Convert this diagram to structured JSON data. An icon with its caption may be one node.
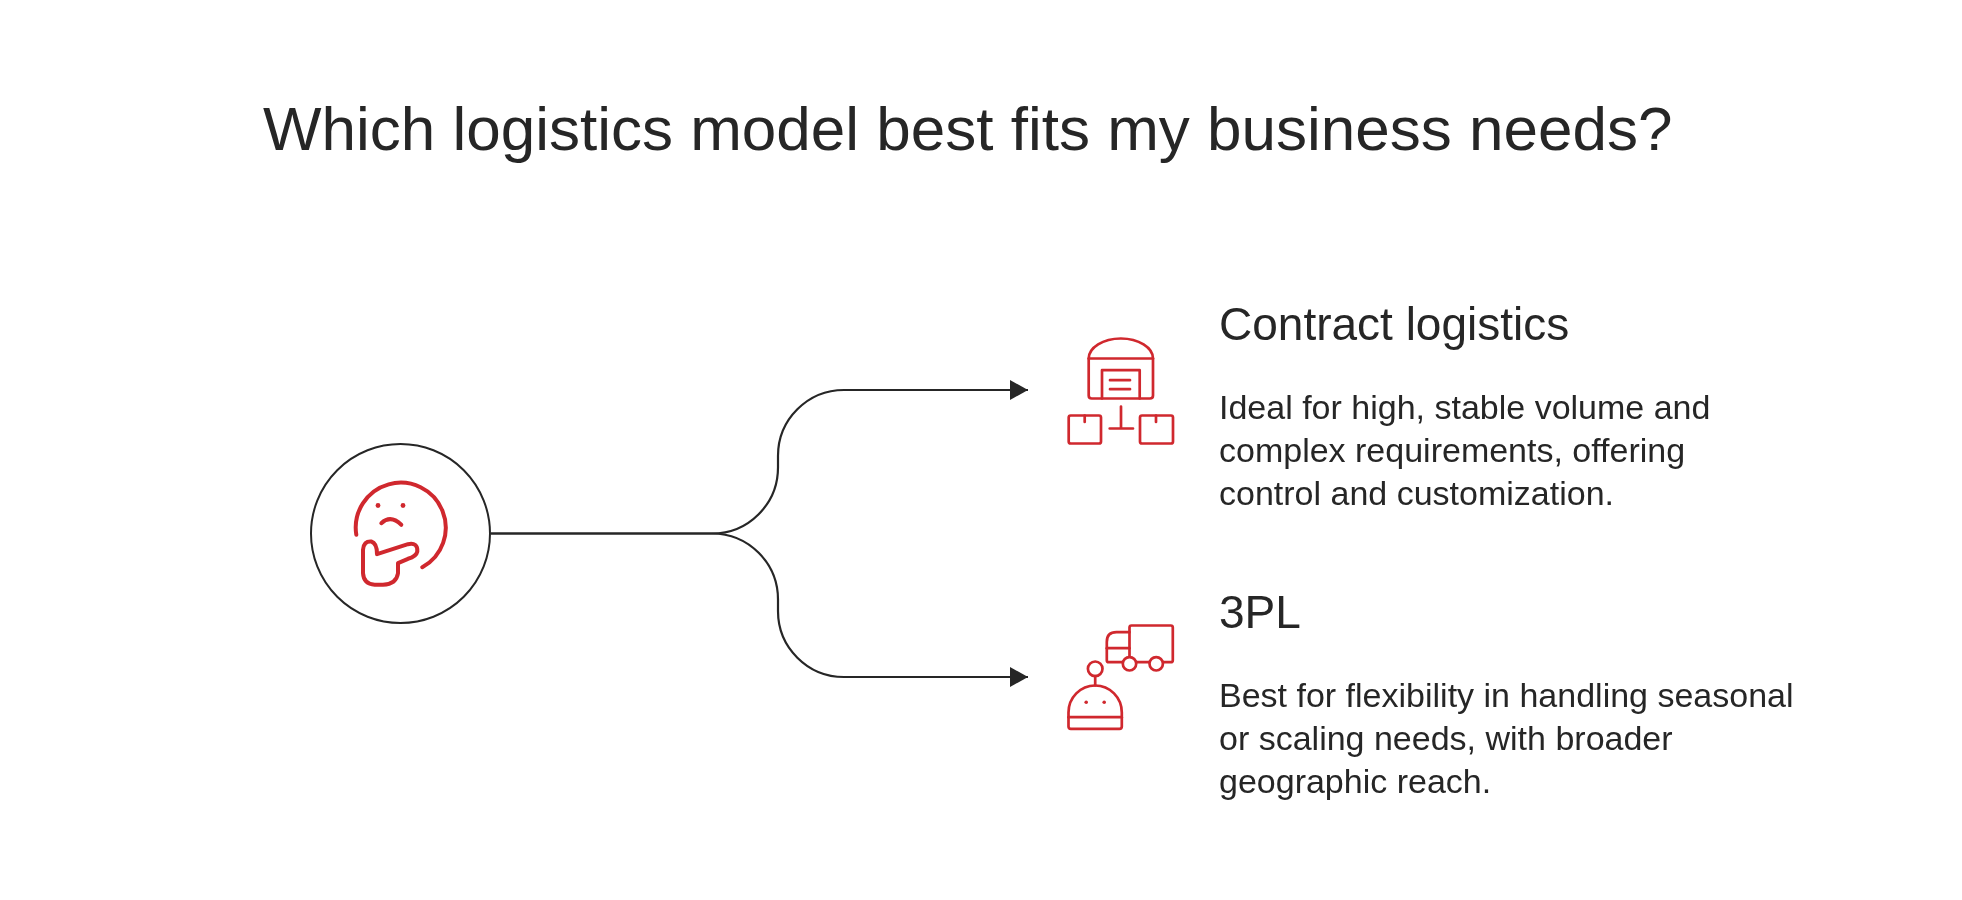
{
  "diagram": {
    "title": "Which logistics model best fits my business needs?",
    "nodes": [
      {
        "text": [],
        "shape": "circle"
      },
      {
        "text": [
          "Contract logistics",
          "Ideal for high, stable volume and complex requirements, offering control and customization."
        ]
      },
      {
        "text": [
          "3PL",
          "Best for flexibility in handling seasonal or scaling needs, with broader geographic reach."
        ]
      }
    ],
    "edges": [
      {
        "from": 0,
        "to": 1,
        "arrow": "to"
      },
      {
        "from": 0,
        "to": 2,
        "arrow": "to"
      }
    ]
  }
}
